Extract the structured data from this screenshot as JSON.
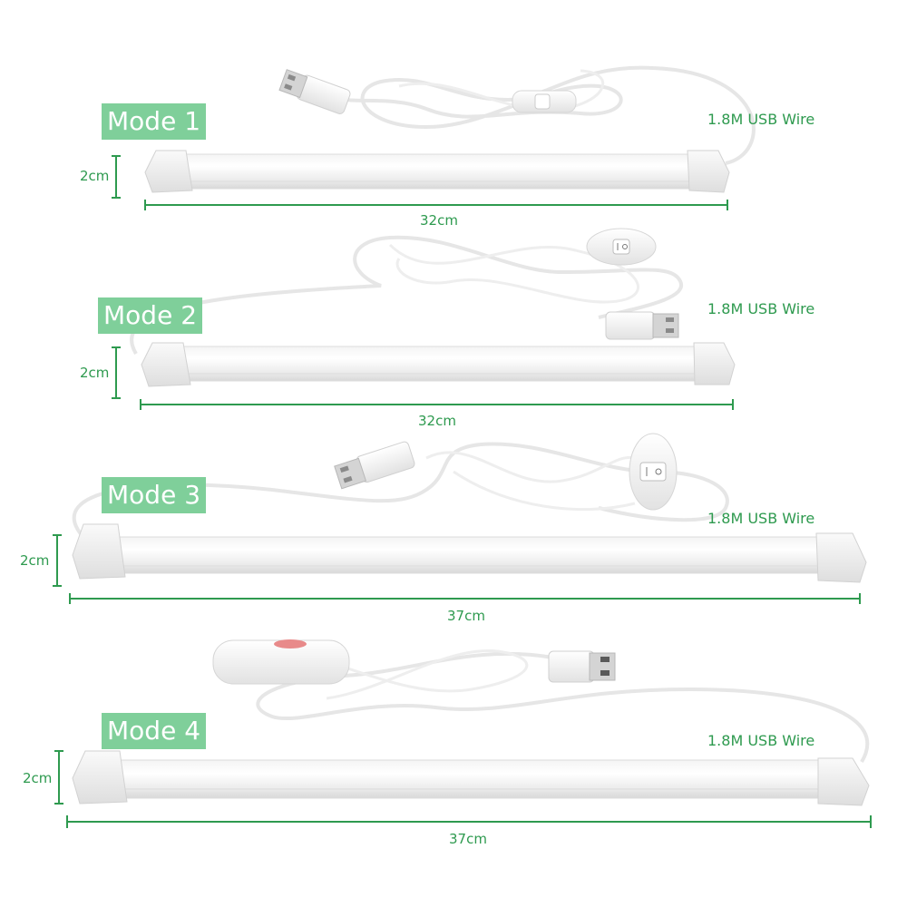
{
  "accent_color": "#7fcf9a",
  "dimension_color": "#2e9a4f",
  "products": [
    {
      "mode_label": "Mode 1",
      "wire_label": "1.8M USB Wire",
      "height_label": "2cm",
      "length_label": "32cm",
      "switch": "inline-rocker"
    },
    {
      "mode_label": "Mode 2",
      "wire_label": "1.8M USB Wire",
      "height_label": "2cm",
      "length_label": "32cm",
      "switch": "oval-rocker"
    },
    {
      "mode_label": "Mode 3",
      "wire_label": "1.8M USB Wire",
      "height_label": "2cm",
      "length_label": "37cm",
      "switch": "oval-rocker"
    },
    {
      "mode_label": "Mode 4",
      "wire_label": "1.8M USB Wire",
      "height_label": "2cm",
      "length_label": "37cm",
      "switch": "dimmer-controller"
    }
  ]
}
